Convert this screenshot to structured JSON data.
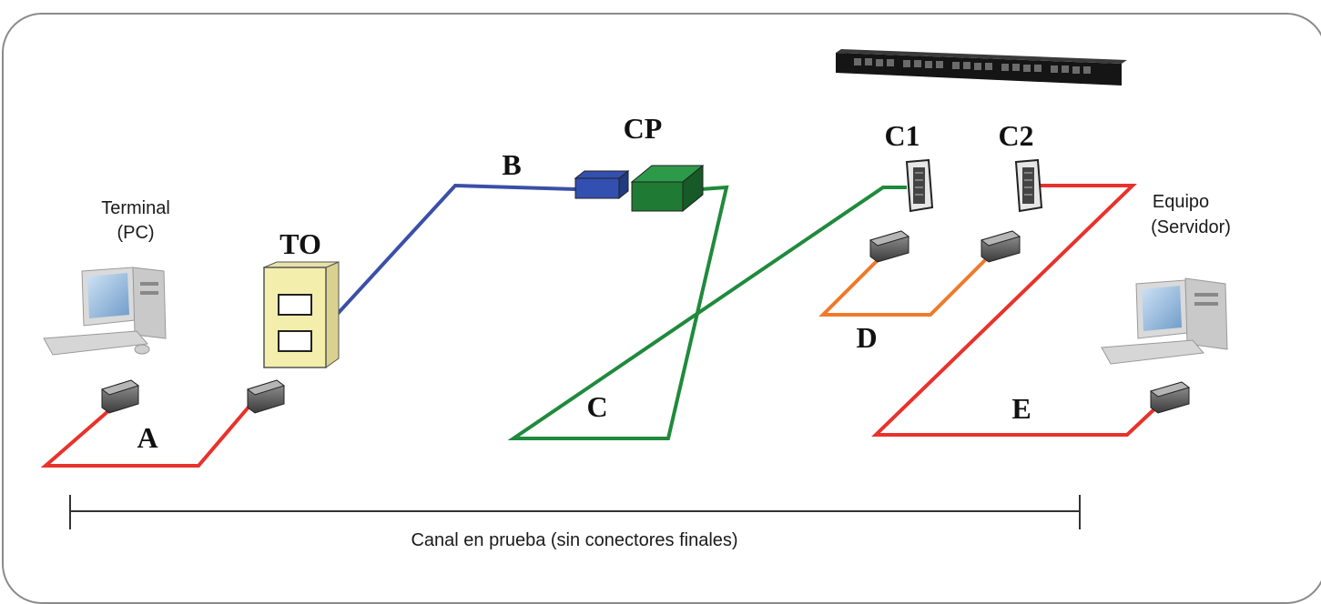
{
  "labels": {
    "terminal_line1": "Terminal",
    "terminal_line2": "(PC)",
    "server_line1": "Equipo",
    "server_line2": "(Servidor)",
    "to": "TO",
    "cp": "CP",
    "c1": "C1",
    "c2": "C2",
    "cable_a": "A",
    "cable_b": "B",
    "cable_c": "C",
    "cable_d": "D",
    "cable_e": "E",
    "channel": "Canal en prueba (sin conectores finales)"
  },
  "colors": {
    "cable_a": "#e8322c",
    "cable_b": "#3b4fa8",
    "cable_c": "#1f8a3c",
    "cable_d": "#ee7a2a",
    "cable_e": "#e8322c",
    "outlet": "#f3eeac",
    "cp_box": "#1f7a34",
    "cp_plug": "#3350b0",
    "frame": "#8a8a8a"
  },
  "icons": [
    "computer-icon",
    "server-computer-icon",
    "patch-panel-icon",
    "connector-plug-icon",
    "telecom-outlet-icon",
    "consolidation-point-icon",
    "patch-jack-icon"
  ]
}
